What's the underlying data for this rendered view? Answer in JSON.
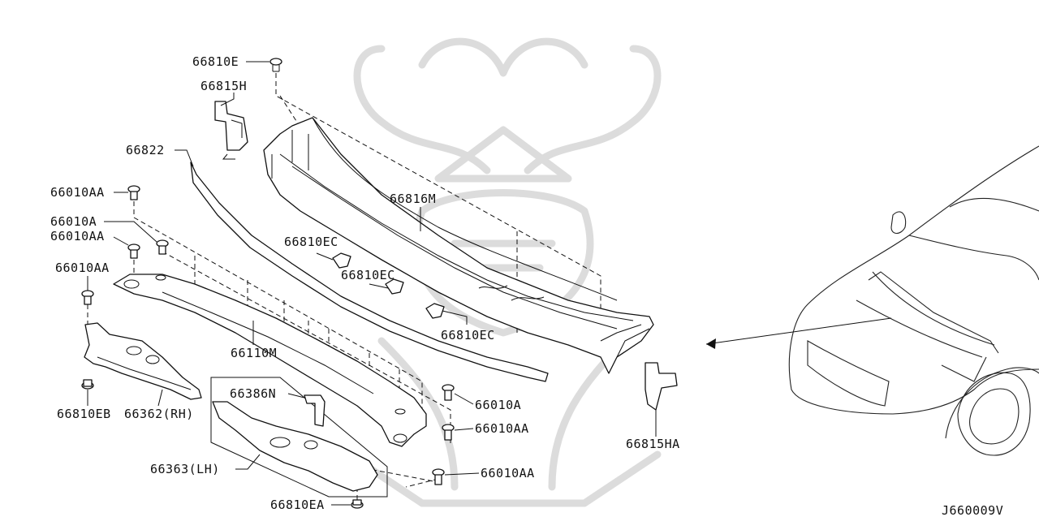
{
  "labels": {
    "p66810E": "66810E",
    "p66815H": "66815H",
    "p66822": "66822",
    "p66010AA": "66010AA",
    "p66010A": "66010A",
    "p66816M": "66816M",
    "p66810EC": "66810EC",
    "p66110M": "66110M",
    "p66386N": "66386N",
    "p66810EB": "66810EB",
    "p66362RH": "66362(RH)",
    "p66363LH": "66363(LH)",
    "p66810EA": "66810EA",
    "p66815HA": "66815HA"
  },
  "diagram_code": "J660009V",
  "colors": {
    "line": "#111111",
    "background": "#ffffff",
    "watermark": "#d9d9d9"
  }
}
